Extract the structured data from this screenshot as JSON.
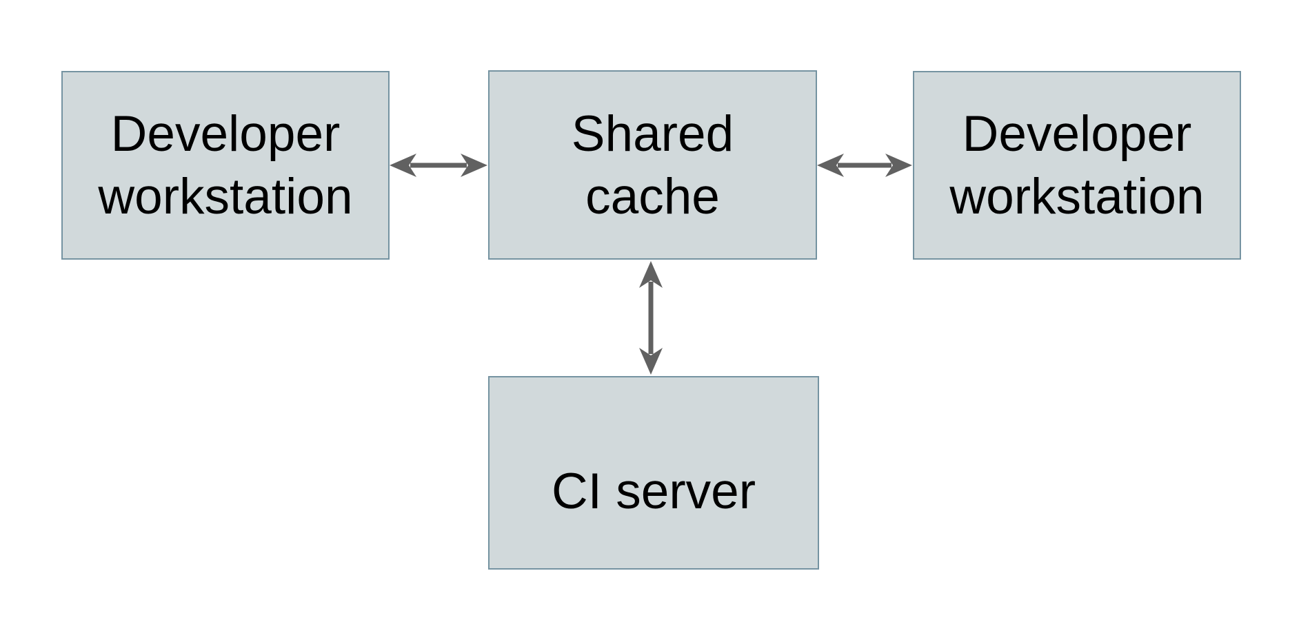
{
  "diagram_type": "architecture-diagram",
  "colors": {
    "background": "#ffffff",
    "box_fill": "#d1d9db",
    "box_border": "#7593a1",
    "arrow": "#616161",
    "text": "#000000"
  },
  "nodes": [
    {
      "id": "developer-workstation-left",
      "label": "Developer workstation",
      "line1": "Developer",
      "line2": "workstation"
    },
    {
      "id": "shared-cache",
      "label": "Shared cache",
      "line1": "Shared",
      "line2": "cache"
    },
    {
      "id": "developer-workstation-right",
      "label": "Developer workstation",
      "line1": "Developer",
      "line2": "workstation"
    },
    {
      "id": "ci-server",
      "label": "CI server",
      "line1": "CI server"
    }
  ],
  "edges": [
    {
      "from": "developer-workstation-left",
      "to": "shared-cache",
      "direction": "bidirectional",
      "orientation": "horizontal"
    },
    {
      "from": "shared-cache",
      "to": "developer-workstation-right",
      "direction": "bidirectional",
      "orientation": "horizontal"
    },
    {
      "from": "shared-cache",
      "to": "ci-server",
      "direction": "bidirectional",
      "orientation": "vertical"
    }
  ]
}
